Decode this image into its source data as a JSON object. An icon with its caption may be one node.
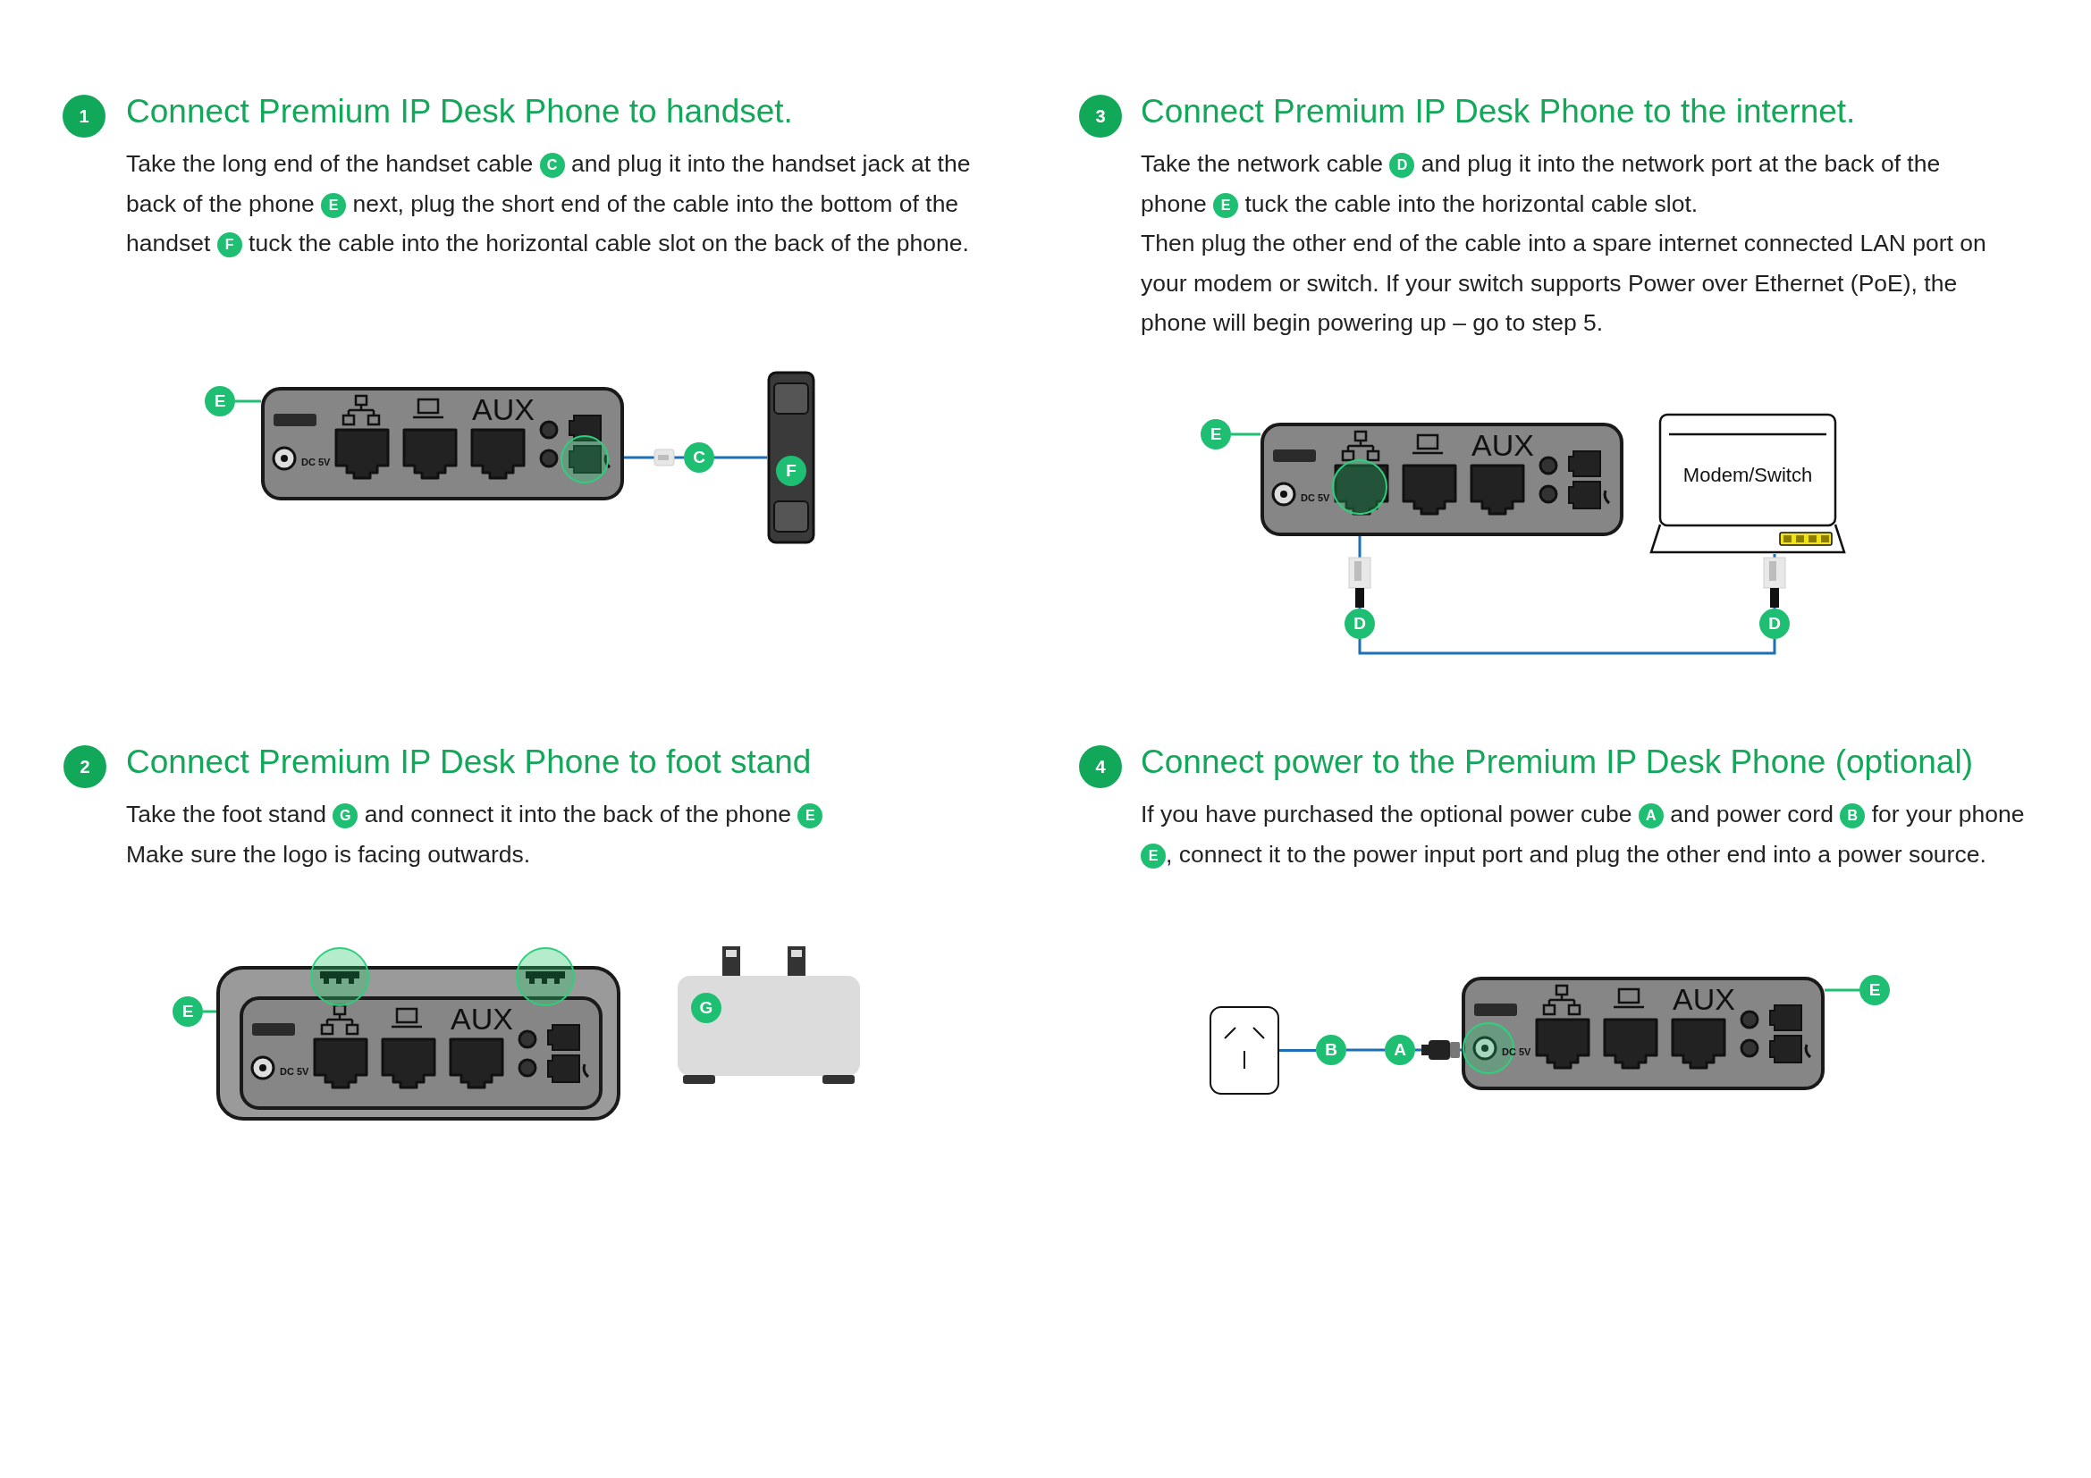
{
  "diagram": {
    "nodes": [
      {
        "text": [
          "1"
        ]
      },
      {
        "text": [
          "DC 5V",
          "AUX"
        ]
      },
      {
        "text": [
          "E"
        ]
      },
      {
        "text": [
          "C"
        ]
      },
      {
        "text": [],
        "shape": "picture"
      },
      {
        "text": [
          "F"
        ],
        "in": 4
      },
      {
        "text": [
          "3"
        ]
      },
      {
        "text": [
          "DC 5V",
          "AUX"
        ]
      },
      {
        "text": [
          "E"
        ]
      },
      {
        "text": [
          "Modem/Switch"
        ]
      },
      {
        "text": [
          "D"
        ]
      },
      {
        "text": [
          "D"
        ]
      },
      {
        "text": [
          "2"
        ]
      },
      {
        "text": [
          "DC 5V",
          "AUX"
        ]
      },
      {
        "text": [
          "E"
        ]
      },
      {
        "text": [],
        "shape": "picture"
      },
      {
        "text": [
          "G"
        ],
        "in": 15
      },
      {
        "text": [
          "4"
        ]
      },
      {
        "text": [],
        "shape": "picture"
      },
      {
        "text": [
          "B"
        ]
      },
      {
        "text": [
          "A"
        ]
      },
      {
        "text": [
          "DC 5V",
          "AUX"
        ]
      },
      {
        "text": [
          "E"
        ]
      }
    ],
    "edges": [
      {
        "from": 2,
        "to": 1,
        "arrow": "none",
        "color": "#1fbf73"
      },
      {
        "from": 1,
        "to": 3,
        "arrow": "none"
      },
      {
        "from": 3,
        "to": 4,
        "arrow": "none"
      },
      {
        "from": 8,
        "to": 7,
        "arrow": "none",
        "color": "#1fbf73"
      },
      {
        "from": 7,
        "to": 10,
        "arrow": "none"
      },
      {
        "from": 10,
        "to": 11,
        "arrow": "none"
      },
      {
        "from": 11,
        "to": 9,
        "arrow": "none"
      },
      {
        "from": 14,
        "to": 13,
        "arrow": "none",
        "color": "#1fbf73"
      },
      {
        "from": 18,
        "to": 19,
        "arrow": "none"
      },
      {
        "from": 19,
        "to": 20,
        "arrow": "none"
      },
      {
        "from": 20,
        "to": 21,
        "arrow": "none"
      },
      {
        "from": 22,
        "to": 21,
        "arrow": "none",
        "color": "#1fbf73"
      }
    ],
    "labels": [
      "Connect Premium IP Desk Phone to handset.",
      "Take the long end of the handset cable **C** and plug it into the handset jack at the back of the phone **E** next, plug the short end of the cable into the bottom of the handset **F** tuck the cable into the horizontal cable slot on the back of the phone.",
      "Connect Premium IP Desk Phone to the internet.",
      "Take the network cable **D** and plug it into the network port at the back of the phone **E** tuck the cable into the horizontal cable slot.",
      "Then plug the other end of the cable into a spare internet connected LAN port on your modem or switch. If your switch supports Power over Ethernet (PoE), the phone will begin powering up – go to step 5.",
      "Connect Premium IP Desk Phone to foot stand",
      "Take the foot stand **G** and connect it into the back of the phone **E**",
      "Make sure the logo is facing outwards.",
      "Connect power to the Premium IP Desk Phone (optional)",
      "If you have purchased the optional power cube **A** and power cord **B** for your phone **E**, connect it to the power input port and plug the other end into a power source."
    ]
  }
}
